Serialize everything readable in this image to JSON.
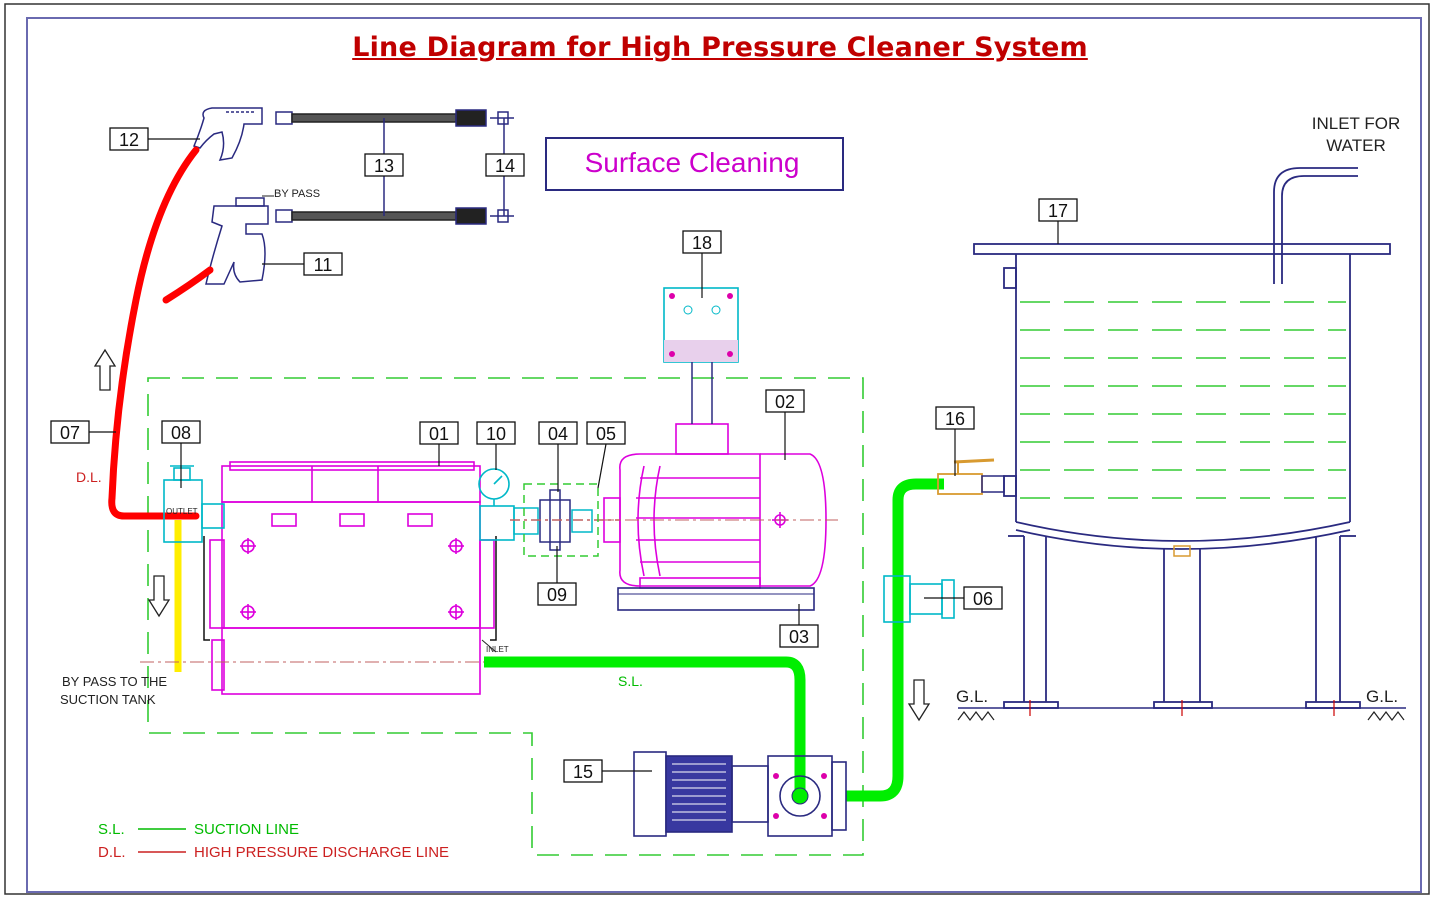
{
  "title": "Line Diagram for High Pressure Cleaner System",
  "surface_label": "Surface Cleaning",
  "tank_inlet_label_1": "INLET FOR",
  "tank_inlet_label_2": "WATER",
  "bypass_label": "BY PASS",
  "outlet_label": "OUTLET",
  "inlet_label": "INLET",
  "dl_label": "D.L.",
  "sl_label": "S.L.",
  "bypass_tank_1": "BY PASS TO THE",
  "bypass_tank_2": "SUCTION TANK",
  "gl_left": "G.L.",
  "gl_right": "G.L.",
  "tags": {
    "t01": "01",
    "t02": "02",
    "t03": "03",
    "t04": "04",
    "t05": "05",
    "t06": "06",
    "t07": "07",
    "t08": "08",
    "t09": "09",
    "t10": "10",
    "t11": "11",
    "t12": "12",
    "t13": "13",
    "t14": "14",
    "t15": "15",
    "t16": "16",
    "t17": "17",
    "t18": "18"
  },
  "legend": {
    "sl_abbr": "S.L.",
    "sl_text": "SUCTION LINE",
    "dl_abbr": "D.L.",
    "dl_text": "HIGH PRESSURE DISCHARGE LINE"
  },
  "colors": {
    "discharge": "#ff0000",
    "suction": "#00ee00",
    "bypass": "#ffff00",
    "pump": "#dd00dd",
    "frame": "#2a2a80",
    "dashed": "#33cc33",
    "label_magenta": "#cc00cc",
    "cyan": "#00b8c8"
  }
}
